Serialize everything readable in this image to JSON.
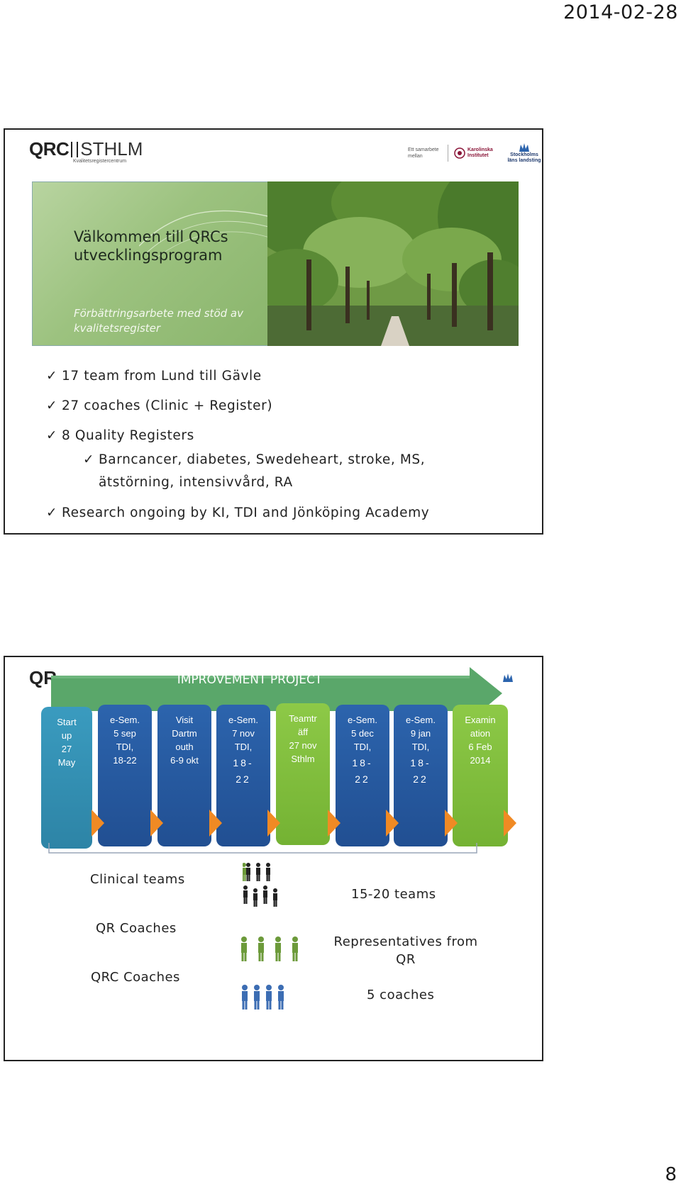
{
  "header": {
    "date": "2014-02-28"
  },
  "footer": {
    "page_number": "8"
  },
  "slide1": {
    "logo": {
      "brand_left": "QRC",
      "brand_right": "STHLM",
      "subtitle": "Kvalitetsregistercentrum"
    },
    "partners": {
      "collab": "Ett samarbete mellan",
      "ki": "Karolinska Institutet",
      "sll": "Stockholms läns landsting"
    },
    "banner": {
      "title_line1": "Välkommen till QRCs",
      "title_line2": "utvecklingsprogram",
      "subtitle_line1": "Förbättringsarbete med stöd av",
      "subtitle_line2": "kvalitetsregister"
    },
    "bullets": [
      "17 team from Lund till Gävle",
      "27 coaches (Clinic + Register)",
      "8 Quality Registers",
      "Barncancer, diabetes, Swedeheart, stroke, MS,",
      "ätstörning, intensivvård, RA",
      "Research ongoing by KI, TDI and Jönköping Academy"
    ]
  },
  "slide2": {
    "arrow_label": "IMPROVEMENT PROJECT",
    "columns": [
      {
        "color": "teal",
        "lines": [
          "Start",
          "up",
          "27",
          "May"
        ],
        "extra": ""
      },
      {
        "color": "blue",
        "lines": [
          "e-Sem.",
          "5 sep",
          "TDI,",
          "18-22"
        ],
        "extra": ""
      },
      {
        "color": "blue",
        "lines": [
          "Visit",
          "Dartm",
          "outh",
          "6-9 okt"
        ],
        "extra": ""
      },
      {
        "color": "blue",
        "lines": [
          "e-Sem.",
          "7 nov",
          "TDI,"
        ],
        "extra": [
          "18-",
          "22"
        ]
      },
      {
        "color": "green",
        "lines": [
          "Teamtr",
          "äff",
          "27 nov",
          "Sthlm"
        ],
        "extra": ""
      },
      {
        "color": "blue",
        "lines": [
          "e-Sem.",
          "5 dec",
          "TDI,"
        ],
        "extra": [
          "18-",
          "22"
        ]
      },
      {
        "color": "blue",
        "lines": [
          "e-Sem.",
          "9 jan",
          "TDI,"
        ],
        "extra": [
          "18-",
          "22"
        ]
      },
      {
        "color": "green",
        "lines": [
          "Examin",
          "ation",
          "6 Feb",
          "2014"
        ],
        "extra": ""
      }
    ],
    "labels": {
      "clinical": "Clinical teams",
      "qr": "QR Coaches",
      "qrc": "QRC Coaches",
      "teams": "15-20 teams",
      "reps_line1": "Representatives from",
      "reps_line2": "QR",
      "coaches": "5 coaches"
    },
    "colors": {
      "teal": "#2d8cb0",
      "blue": "#2458a0",
      "green": "#7dbb3a",
      "arrow": "#f08a24",
      "band": "#5aa76a"
    }
  }
}
